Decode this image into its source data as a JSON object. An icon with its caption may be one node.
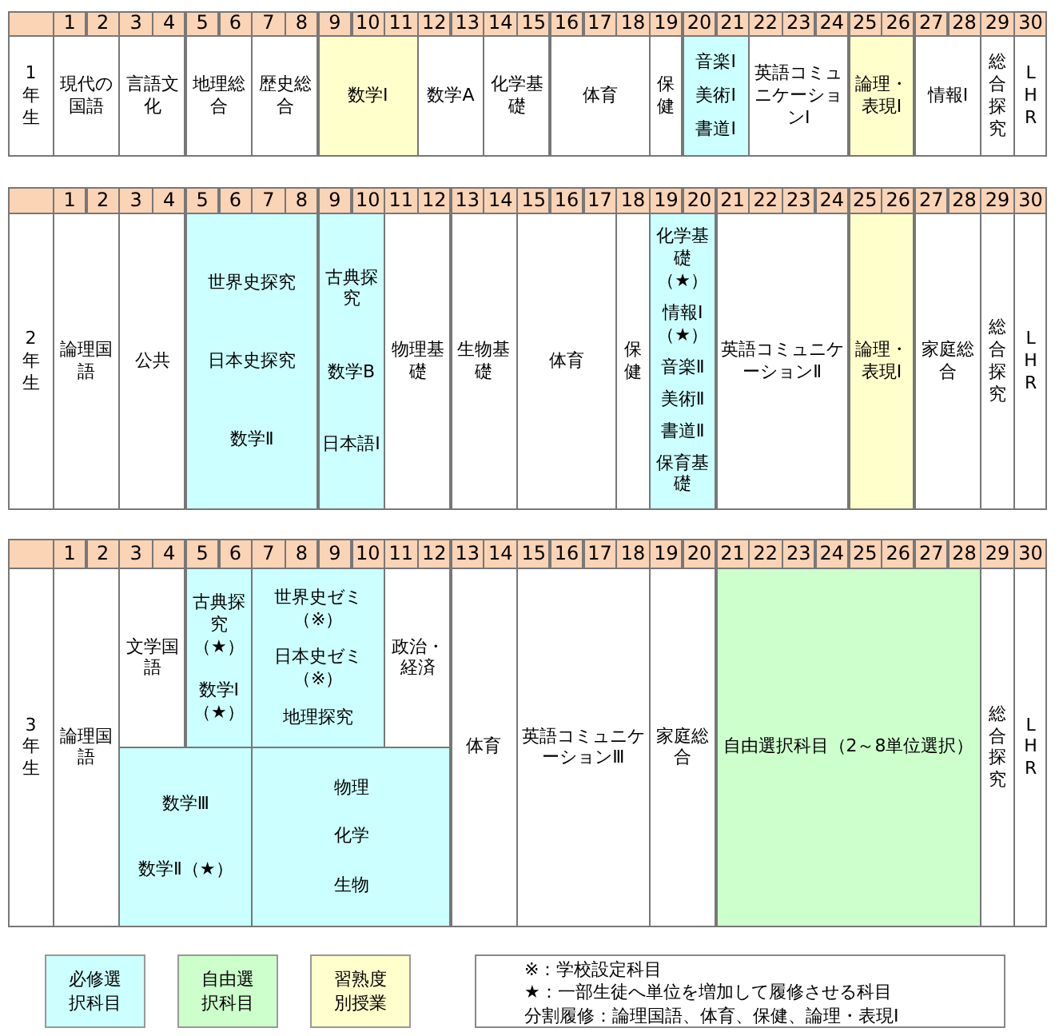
{
  "diagram": {
    "labels": [
      "1",
      "2",
      "3",
      "4",
      "5",
      "6",
      "7",
      "8",
      "9",
      "10",
      "11",
      "12",
      "13",
      "14",
      "15",
      "16",
      "17",
      "18",
      "19",
      "20",
      "21",
      "22",
      "23",
      "24",
      "25",
      "26",
      "27",
      "28",
      "29",
      "30",
      "1年生",
      "現代の国語",
      "言語文化",
      "地理総合",
      "歴史総合",
      "数学Ⅰ",
      "数学A",
      "化学基礎",
      "体育",
      "保健",
      "音楽Ⅰ",
      "美術Ⅰ",
      "書道Ⅰ",
      "英語コミュニケーションⅠ",
      "論理・表現Ⅰ",
      "情報Ⅰ",
      "総合探究",
      "LHR",
      "1",
      "2",
      "3",
      "4",
      "5",
      "6",
      "7",
      "8",
      "9",
      "10",
      "11",
      "12",
      "13",
      "14",
      "15",
      "16",
      "17",
      "18",
      "19",
      "20",
      "21",
      "22",
      "23",
      "24",
      "25",
      "26",
      "27",
      "28",
      "29",
      "30",
      "2年生",
      "論理国語",
      "公共",
      "世界史探究",
      "日本史探究",
      "数学Ⅱ",
      "古典探究",
      "数学B",
      "日本語Ⅰ",
      "物理基礎",
      "生物基礎",
      "体育",
      "保健",
      "化学基礎（★）",
      "情報Ⅰ（★）",
      "音楽Ⅱ",
      "美術Ⅱ",
      "書道Ⅱ",
      "保育基礎",
      "英語コミュニケーションⅡ",
      "論理・表現Ⅰ",
      "家庭総合",
      "総合探究",
      "LHR",
      "1",
      "2",
      "3",
      "4",
      "5",
      "6",
      "7",
      "8",
      "9",
      "10",
      "11",
      "12",
      "13",
      "14",
      "15",
      "16",
      "17",
      "18",
      "19",
      "20",
      "21",
      "22",
      "23",
      "24",
      "25",
      "26",
      "27",
      "28",
      "29",
      "30",
      "3年生",
      "論理国語",
      "文学国語",
      "古典探究（★）",
      "数学Ⅰ（★）",
      "世界史ゼミ（※）",
      "日本史ゼミ（※）",
      "地理探究",
      "政治・経済",
      "体育",
      "英語コミュニケーションⅢ",
      "家庭総合",
      "自由選択科目（2～8単位選択）",
      "総合探究",
      "LHR",
      "数学Ⅲ",
      "数学Ⅱ（★）",
      "物理",
      "化学",
      "生物",
      "※：学校設定科目",
      "★：一部生徒へ単位を増加して履修させる科目",
      "分割履修：論理国語、体育、保健、論理・表現Ⅰ"
    ],
    "legend": [
      {
        "text": "必修選択科目",
        "color": "#ccffff"
      },
      {
        "text": "自由選択科目",
        "color": "#ccffcc"
      },
      {
        "text": "習熟度別授業",
        "color": "#ffffcc"
      }
    ]
  }
}
